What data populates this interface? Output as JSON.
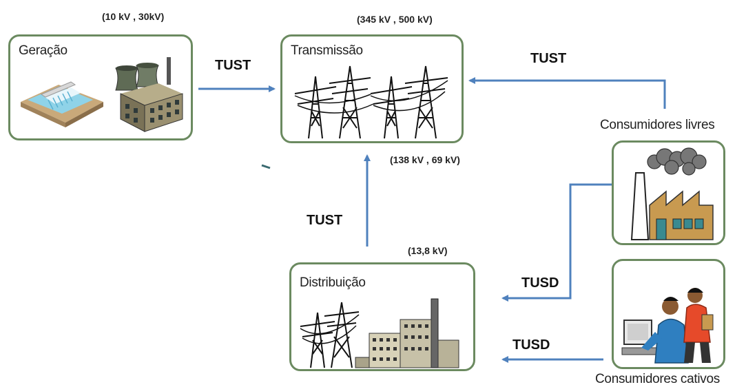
{
  "nodes": {
    "geracao": {
      "title": "Geração",
      "voltage": "(10 kV , 30kV)"
    },
    "transmissao": {
      "title": "Transmissão",
      "voltage_top": "(345 kV , 500 kV)",
      "voltage_bottom": "(138 kV , 69 kV)"
    },
    "distribuicao": {
      "title": "Distribuição",
      "voltage": "(13,8 kV)"
    },
    "consumidores_livres": {
      "label": "Consumidores livres"
    },
    "consumidores_cativos": {
      "label": "Consumidores cativos"
    }
  },
  "flows": [
    {
      "label": "TUST",
      "from": "Geração",
      "to": "Transmissão"
    },
    {
      "label": "TUST",
      "from": "Consumidores livres",
      "to": "Transmissão"
    },
    {
      "label": "TUST",
      "from": "Distribuição",
      "to": "Transmissão"
    },
    {
      "label": "TUSD",
      "from": "Consumidores livres",
      "to": "Distribuição"
    },
    {
      "label": "TUSD",
      "from": "Consumidores cativos",
      "to": "Distribuição"
    }
  ],
  "colors": {
    "arrow": "#4f81bd",
    "box_border": "#6b8a60"
  }
}
